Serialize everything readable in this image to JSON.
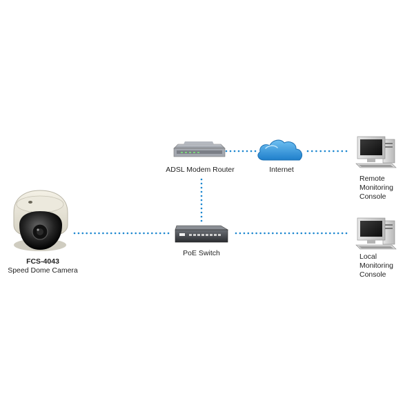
{
  "devices": {
    "camera": {
      "model": "FCS-4043",
      "label": "Speed Dome Camera"
    },
    "router": {
      "label": "ADSL Modem Router"
    },
    "internet": {
      "label": "Internet"
    },
    "switch": {
      "label": "PoE Switch"
    },
    "remote_console": {
      "label_line1": "Remote",
      "label_line2": "Monitoring",
      "label_line3": "Console"
    },
    "local_console": {
      "label_line1": "Local",
      "label_line2": "Monitoring",
      "label_line3": "Console"
    }
  },
  "colors": {
    "connection": "#1a86cf",
    "cloud": "#2f8fd8"
  }
}
